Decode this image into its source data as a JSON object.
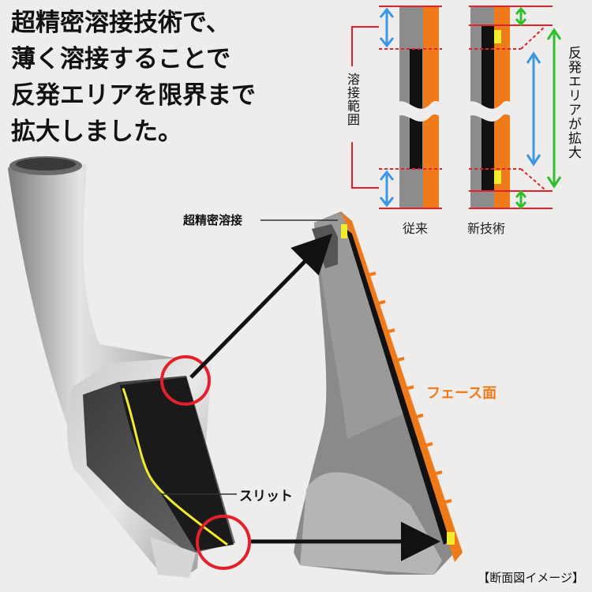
{
  "headline": {
    "line1": "超精密溶接技術で、",
    "line2": "薄く溶接することで",
    "line3": "反発エリアを限界まで",
    "line4": "拡大しました。"
  },
  "comparison": {
    "weld_range_label": "溶接範囲",
    "expanded_area_label": "反発エリアが拡大",
    "conventional_label": "従来",
    "new_tech_label": "新技術"
  },
  "callouts": {
    "precision_weld": "超精密溶接",
    "slit": "スリット",
    "face": "フェース面"
  },
  "caption": "【断面図イメージ】",
  "colors": {
    "orange": "#ee7a1a",
    "red": "#e3202b",
    "blue": "#3b97e3",
    "green": "#2fbf2f",
    "yellow": "#f2ec2a",
    "gray": "#8c8c8c",
    "dark_gray": "#4a4a4a",
    "black": "#111111"
  }
}
